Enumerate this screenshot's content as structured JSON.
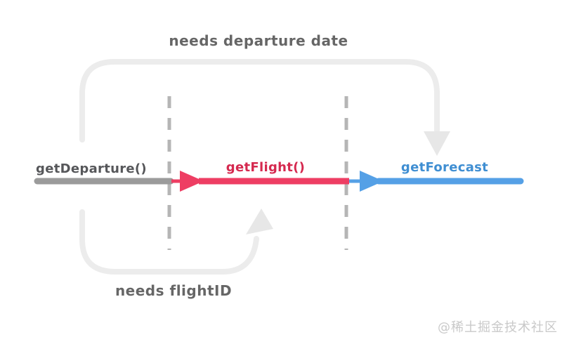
{
  "diagram": {
    "annotations": {
      "top_label": "needs departure date",
      "bottom_label": "needs flightID"
    },
    "timeline": {
      "segments": [
        {
          "label": "getDeparture()",
          "line_color": "#9b9b9b",
          "text_color": "#56575a"
        },
        {
          "label": "getFlight()",
          "line_color": "#ee3e63",
          "text_color": "#d5294f"
        },
        {
          "label": "getForecast",
          "line_color": "#55a0e6",
          "text_color": "#3f8ed2"
        }
      ]
    },
    "colors": {
      "curve": "#ececec",
      "curve_arrow": "#e7e7e7",
      "dashed_line": "#b5b5b5",
      "annotation_text": "#666666",
      "watermark_text": "#c9c9c9"
    }
  },
  "watermark": "@稀土掘金技术社区"
}
